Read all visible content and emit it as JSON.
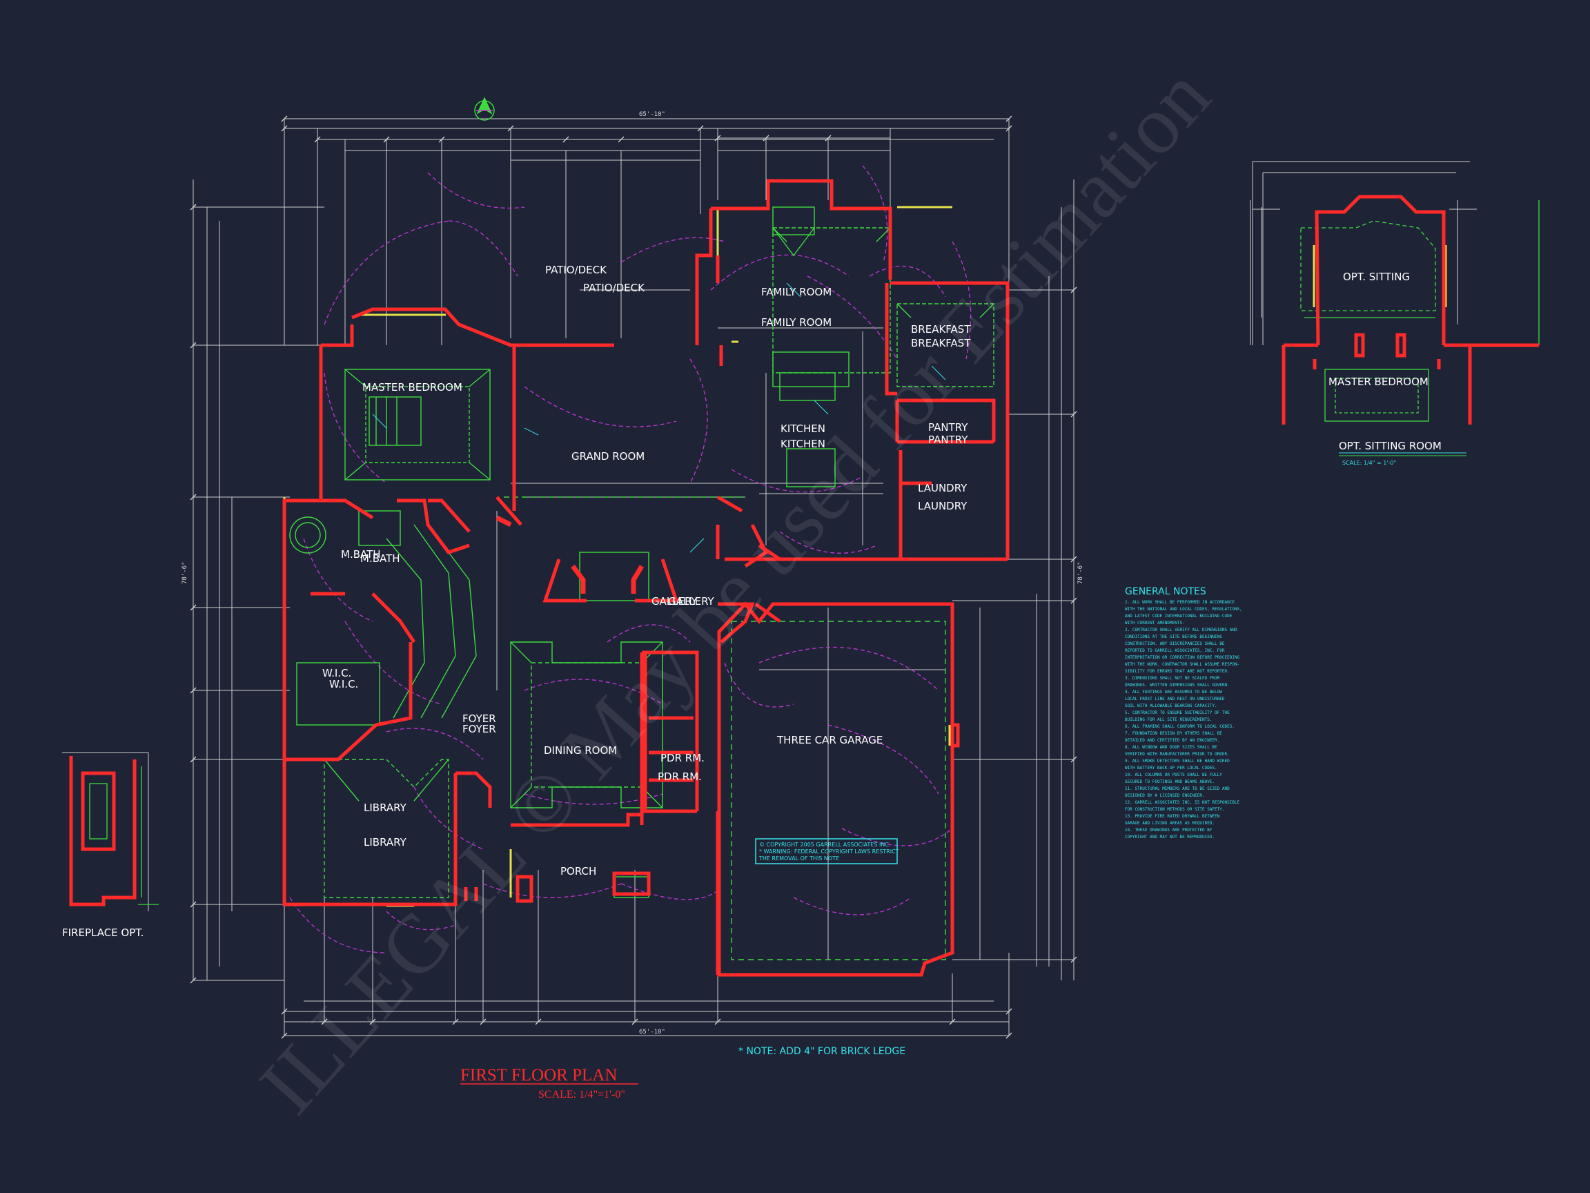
{
  "plan": {
    "title": "FIRST FLOOR PLAN",
    "scale": "SCALE: 1/4\"=1'-0\"",
    "brick_note": "* NOTE: ADD 4\" FOR BRICK LEDGE"
  },
  "rooms": {
    "patio": "PATIO/DECK",
    "family": "FAMILY ROOM",
    "breakfast": "BREAKFAST",
    "master": "MASTER BEDROOM",
    "grand": "GRAND ROOM",
    "kitchen": "KITCHEN",
    "pantry": "PANTRY",
    "laundry": "LAUNDRY",
    "mbath": "M.BATH",
    "gallery": "GALLERY",
    "wic": "W.I.C.",
    "foyer": "FOYER",
    "dining": "DINING ROOM",
    "pdr": "PDR RM.",
    "garage": "THREE CAR GARAGE",
    "library": "LIBRARY",
    "porch": "PORCH"
  },
  "inset_sitting": {
    "label": "OPT. SITTING",
    "master": "MASTER BEDROOM",
    "title": "OPT. SITTING ROOM",
    "scale": "SCALE: 1/4\" = 1'-0\""
  },
  "fireplace": {
    "title": "FIREPLACE OPT."
  },
  "notes": {
    "heading": "GENERAL NOTES",
    "lines": [
      "1. ALL WORK SHALL BE PERFORMED IN ACCORDANCE",
      "WITH THE NATIONAL AND LOCAL CODES, REGULATIONS,",
      "AND LATEST CODE INTERNATIONAL BUILDING CODE",
      "WITH CURRENT AMENDMENTS.",
      "2. CONTRACTOR SHALL VERIFY ALL DIMENSIONS AND",
      "CONDITIONS AT THE SITE BEFORE BEGINNING",
      "CONSTRUCTION. ANY DISCREPANCIES SHALL BE",
      "REPORTED TO GARRELL ASSOCIATES, INC. FOR",
      "INTERPRETATION OR CORRECTION BEFORE PROCEEDING",
      "WITH THE WORK. CONTRACTOR SHALL ASSUME RESPON-",
      "SIBILITY FOR ERRORS THAT ARE NOT REPORTED.",
      "3. DIMENSIONS SHALL NOT BE SCALED FROM",
      "DRAWINGS. WRITTEN DIMENSIONS SHALL GOVERN.",
      "4. ALL FOOTINGS ARE ASSUMED TO BE BELOW",
      "LOCAL FROST LINE AND REST ON UNDISTURBED",
      "SOIL WITH ALLOWABLE BEARING CAPACITY.",
      "5. CONTRACTOR TO ENSURE SUITABILITY OF THE",
      "BUILDING FOR ALL SITE REQUIREMENTS.",
      "6. ALL FRAMING SHALL CONFORM TO LOCAL CODES.",
      "7. FOUNDATION DESIGN BY OTHERS SHALL BE",
      "DETAILED AND CERTIFIED BY AN ENGINEER.",
      "8. ALL WINDOW AND DOOR SIZES SHALL BE",
      "VERIFIED WITH MANUFACTURER PRIOR TO ORDER.",
      "9. ALL SMOKE DETECTORS SHALL BE HARD WIRED",
      "WITH BATTERY BACK-UP PER LOCAL CODES.",
      "10. ALL COLUMNS OR POSTS SHALL BE FULLY",
      "SECURED TO FOOTINGS AND BEAMS ABOVE.",
      "11. STRUCTURAL MEMBERS ARE TO BE SIZED AND",
      "DESIGNED BY A LICENSED ENGINEER.",
      "12. GARRELL ASSOCIATES INC. IS NOT RESPONSIBLE",
      "FOR CONSTRUCTION METHODS OR SITE SAFETY.",
      "13. PROVIDE FIRE RATED DRYWALL BETWEEN",
      "GARAGE AND LIVING AREAS AS REQUIRED.",
      "14. THESE DRAWINGS ARE PROTECTED BY",
      "COPYRIGHT AND MAY NOT BE REPRODUCED."
    ]
  },
  "copyright": [
    "© COPYRIGHT 2005 GARRELL ASSOCIATES INC.",
    "* WARNING: FEDERAL COPYRIGHT LAWS RESTRICT",
    "THE REMOVAL OF THIS NOTE"
  ],
  "watermark": "ILLEGAL ©  May be used for Estimation",
  "dims": {
    "overall_w": "65'-10\"",
    "overall_d": "78'-6\""
  },
  "colors": {
    "background": "#1e2336",
    "walls": "#ff2a2a",
    "fixtures": "#3ddc3d",
    "electrical": "#d13ae0",
    "annotations": "#35e3e8",
    "dimensions": "#d8d8d8",
    "windows": "#e4e04a"
  }
}
